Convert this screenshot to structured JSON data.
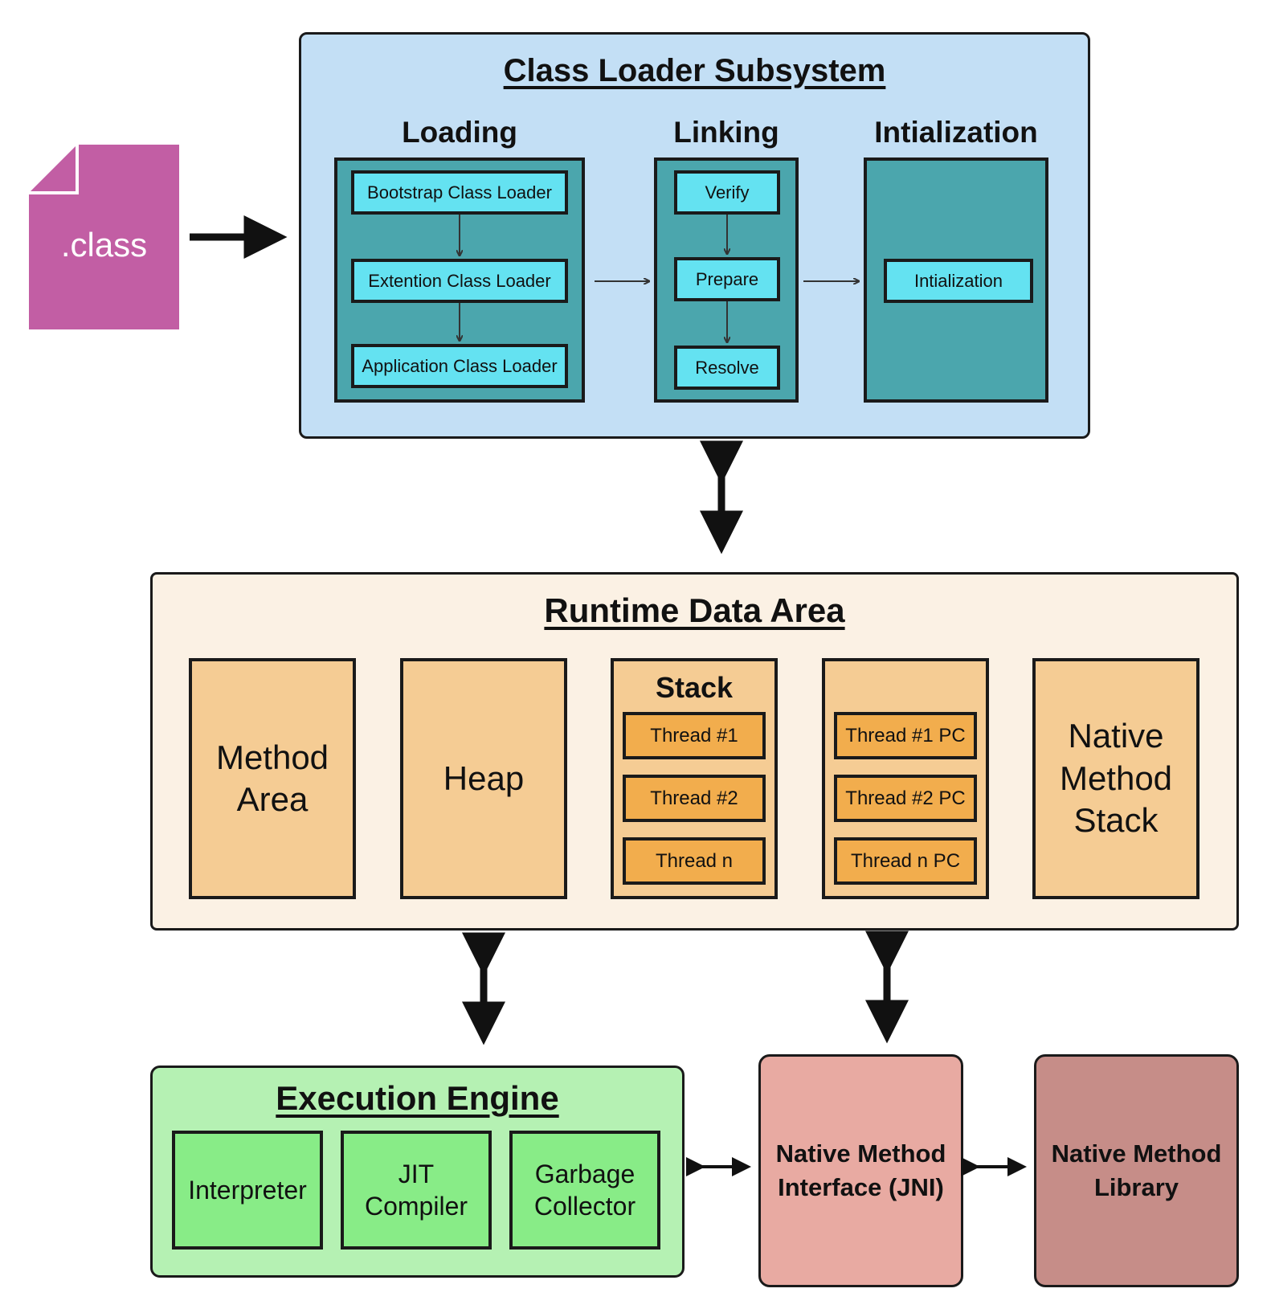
{
  "class_file": {
    "label": ".class",
    "color": "#c25ea4"
  },
  "class_loader": {
    "title": "Class Loader Subsystem",
    "loading": {
      "title": "Loading",
      "items": [
        "Bootstrap Class Loader",
        "Extention Class Loader",
        "Application Class Loader"
      ]
    },
    "linking": {
      "title": "Linking",
      "items": [
        "Verify",
        "Prepare",
        "Resolve"
      ]
    },
    "initialization": {
      "title": "Intialization",
      "item": "Intialization"
    }
  },
  "runtime_data_area": {
    "title": "Runtime Data Area",
    "method_area": "Method Area",
    "heap": "Heap",
    "stack": {
      "title": "Stack",
      "threads": [
        "Thread #1",
        "Thread #2",
        "Thread n"
      ]
    },
    "pc_registers": [
      "Thread #1 PC",
      "Thread #2 PC",
      "Thread n PC"
    ],
    "native_method_stack": "Native Method Stack"
  },
  "execution_engine": {
    "title": "Execution Engine",
    "components": [
      "Interpreter",
      "JIT Compiler",
      "Garbage Collector"
    ]
  },
  "native_method_interface": "Native Method Interface (JNI)",
  "native_method_library": "Native Method Library"
}
